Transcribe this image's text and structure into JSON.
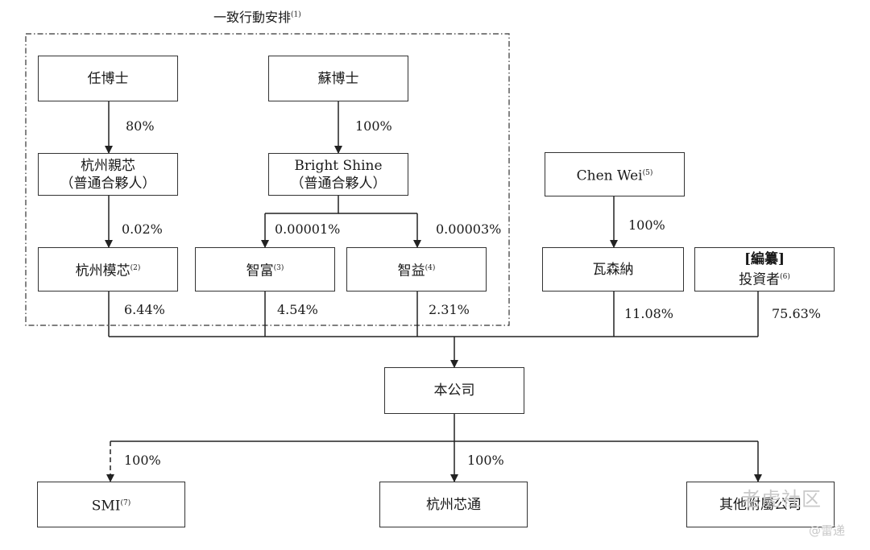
{
  "diagram": {
    "group_title": "一致行動安排",
    "group_title_note": "(1)",
    "nodes": {
      "ren": {
        "label": "任博士"
      },
      "su": {
        "label": "蘇博士"
      },
      "hz_qinxin": {
        "line1": "杭州親芯",
        "line2": "（普通合夥人）"
      },
      "bright_shine": {
        "line1": "Bright Shine",
        "line2": "（普通合夥人）"
      },
      "chen_wei": {
        "label": "Chen Wei",
        "note": "(5)"
      },
      "hz_moxin": {
        "label": "杭州模芯",
        "note": "(2)"
      },
      "zhifu": {
        "label": "智富",
        "note": "(3)"
      },
      "zhiyi": {
        "label": "智益",
        "note": "(4)"
      },
      "wasenna": {
        "label": "瓦森納"
      },
      "investors": {
        "line1": "[編纂]",
        "line2": "投資者",
        "note": "(6)"
      },
      "company": {
        "label": "本公司"
      },
      "smi": {
        "label": "SMI",
        "note": "(7)"
      },
      "hz_xintong": {
        "label": "杭州芯通"
      },
      "other_subs": {
        "label": "其他附屬公司"
      }
    },
    "percentages": {
      "ren_to_qinxin": "80%",
      "su_to_bright": "100%",
      "qinxin_to_moxin": "0.02%",
      "bright_to_zhifu": "0.00001%",
      "bright_to_zhiyi": "0.00003%",
      "chen_to_wasenna": "100%",
      "moxin_share": "6.44%",
      "zhifu_share": "4.54%",
      "zhiyi_share": "2.31%",
      "wasenna_share": "11.08%",
      "investors_share": "75.63%",
      "to_smi": "100%",
      "to_subs": "100%"
    }
  },
  "watermark": {
    "brand": "老虎社区",
    "handle": "@雷递"
  }
}
